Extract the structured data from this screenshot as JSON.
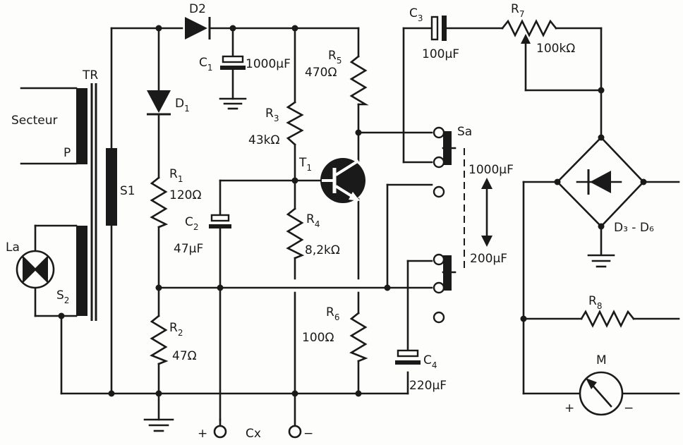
{
  "labels": {
    "tr": "TR",
    "secteur": "Secteur",
    "p": "P",
    "s1": "S1",
    "la": "La",
    "s2": {
      "main": "S",
      "sub": "2"
    },
    "d2": "D2",
    "d1": {
      "main": "D",
      "sub": "1"
    },
    "c1": {
      "main": "C",
      "sub": "1",
      "value": "1000µF"
    },
    "r5": {
      "main": "R",
      "sub": "5",
      "value": "470Ω"
    },
    "r3": {
      "main": "R",
      "sub": "3",
      "value": "43kΩ"
    },
    "t1": {
      "main": "T",
      "sub": "1"
    },
    "r1": {
      "main": "R",
      "sub": "1",
      "value": "120Ω"
    },
    "c2": {
      "main": "C",
      "sub": "2",
      "value": "47µF"
    },
    "r4": {
      "main": "R",
      "sub": "4",
      "value": "8,2kΩ"
    },
    "r2": {
      "main": "R",
      "sub": "2",
      "value": "47Ω"
    },
    "r6": {
      "main": "R",
      "sub": "6",
      "value": "100Ω"
    },
    "c3": {
      "main": "C",
      "sub": "3",
      "value": "100µF"
    },
    "r7": {
      "main": "R",
      "sub": "7",
      "value": "100kΩ"
    },
    "sa": "Sa",
    "sw_top": "1000µF",
    "sw_bottom": "200µF",
    "c4": {
      "main": "C",
      "sub": "4",
      "value": "220µF"
    },
    "d_bridge": "D₃ - D₆",
    "r8": {
      "main": "R",
      "sub": "8"
    },
    "m": "M",
    "m_plus": "+",
    "m_minus": "−",
    "cx": "Cx",
    "cx_plus": "+",
    "cx_minus": "−"
  }
}
